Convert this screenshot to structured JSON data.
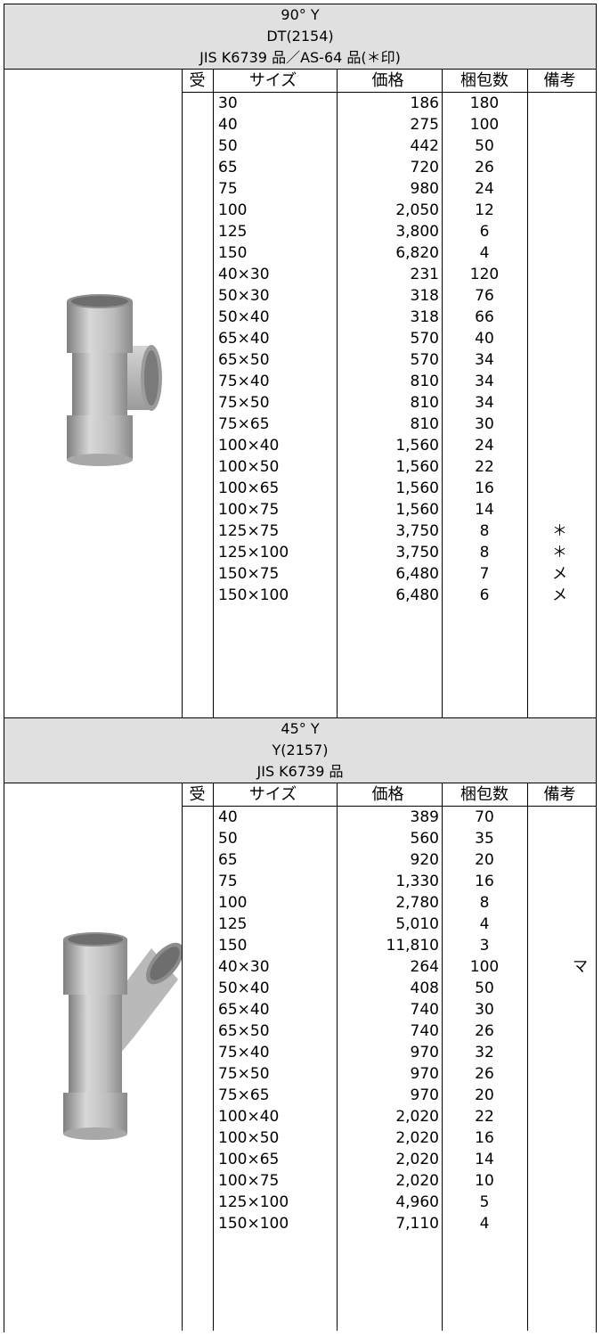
{
  "columns": {
    "uke": "受",
    "size": "サイズ",
    "price": "価格",
    "pack": "梱包数",
    "note": "備考"
  },
  "sections": [
    {
      "title_lines": [
        "90° Y",
        "DT(2154)",
        "JIS K6739 品／AS-64 品(＊印)"
      ],
      "image_icon": "tee-pipe-fitting-icon",
      "rows": [
        {
          "size": "30",
          "price": "186",
          "pack": "180",
          "note": ""
        },
        {
          "size": "40",
          "price": "275",
          "pack": "100",
          "note": ""
        },
        {
          "size": "50",
          "price": "442",
          "pack": "50",
          "note": ""
        },
        {
          "size": "65",
          "price": "720",
          "pack": "26",
          "note": ""
        },
        {
          "size": "75",
          "price": "980",
          "pack": "24",
          "note": ""
        },
        {
          "size": "100",
          "price": "2,050",
          "pack": "12",
          "note": ""
        },
        {
          "size": "125",
          "price": "3,800",
          "pack": "6",
          "note": ""
        },
        {
          "size": "150",
          "price": "6,820",
          "pack": "4",
          "note": ""
        },
        {
          "size": "40×30",
          "price": "231",
          "pack": "120",
          "note": ""
        },
        {
          "size": "50×30",
          "price": "318",
          "pack": "76",
          "note": ""
        },
        {
          "size": "50×40",
          "price": "318",
          "pack": "66",
          "note": ""
        },
        {
          "size": "65×40",
          "price": "570",
          "pack": "40",
          "note": ""
        },
        {
          "size": "65×50",
          "price": "570",
          "pack": "34",
          "note": ""
        },
        {
          "size": "75×40",
          "price": "810",
          "pack": "34",
          "note": ""
        },
        {
          "size": "75×50",
          "price": "810",
          "pack": "34",
          "note": ""
        },
        {
          "size": "75×65",
          "price": "810",
          "pack": "30",
          "note": ""
        },
        {
          "size": "100×40",
          "price": "1,560",
          "pack": "24",
          "note": ""
        },
        {
          "size": "100×50",
          "price": "1,560",
          "pack": "22",
          "note": ""
        },
        {
          "size": "100×65",
          "price": "1,560",
          "pack": "16",
          "note": ""
        },
        {
          "size": "100×75",
          "price": "1,560",
          "pack": "14",
          "note": ""
        },
        {
          "size": "125×75",
          "price": "3,750",
          "pack": "8",
          "note": "＊"
        },
        {
          "size": "125×100",
          "price": "3,750",
          "pack": "8",
          "note": "＊"
        },
        {
          "size": "150×75",
          "price": "6,480",
          "pack": "7",
          "note": "メ"
        },
        {
          "size": "150×100",
          "price": "6,480",
          "pack": "6",
          "note": "メ"
        }
      ]
    },
    {
      "title_lines": [
        "45° Y",
        "Y(2157)",
        "JIS K6739 品"
      ],
      "image_icon": "wye-pipe-fitting-icon",
      "rows": [
        {
          "size": "40",
          "price": "389",
          "pack": "70",
          "note": ""
        },
        {
          "size": "50",
          "price": "560",
          "pack": "35",
          "note": ""
        },
        {
          "size": "65",
          "price": "920",
          "pack": "20",
          "note": ""
        },
        {
          "size": "75",
          "price": "1,330",
          "pack": "16",
          "note": ""
        },
        {
          "size": "100",
          "price": "2,780",
          "pack": "8",
          "note": ""
        },
        {
          "size": "125",
          "price": "5,010",
          "pack": "4",
          "note": ""
        },
        {
          "size": "150",
          "price": "11,810",
          "pack": "3",
          "note": ""
        },
        {
          "size": "40×30",
          "price": "264",
          "pack": "100",
          "note": "マ"
        },
        {
          "size": "50×40",
          "price": "408",
          "pack": "50",
          "note": ""
        },
        {
          "size": "65×40",
          "price": "740",
          "pack": "30",
          "note": ""
        },
        {
          "size": "65×50",
          "price": "740",
          "pack": "26",
          "note": ""
        },
        {
          "size": "75×40",
          "price": "970",
          "pack": "32",
          "note": ""
        },
        {
          "size": "75×50",
          "price": "970",
          "pack": "26",
          "note": ""
        },
        {
          "size": "75×65",
          "price": "970",
          "pack": "20",
          "note": ""
        },
        {
          "size": "100×40",
          "price": "2,020",
          "pack": "22",
          "note": ""
        },
        {
          "size": "100×50",
          "price": "2,020",
          "pack": "16",
          "note": ""
        },
        {
          "size": "100×65",
          "price": "2,020",
          "pack": "14",
          "note": ""
        },
        {
          "size": "100×75",
          "price": "2,020",
          "pack": "10",
          "note": ""
        },
        {
          "size": "125×100",
          "price": "4,960",
          "pack": "5",
          "note": ""
        },
        {
          "size": "150×100",
          "price": "7,110",
          "pack": "4",
          "note": ""
        }
      ]
    }
  ]
}
